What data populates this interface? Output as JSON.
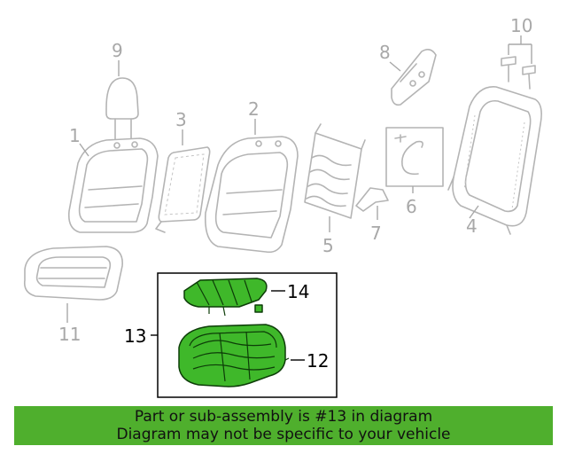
{
  "callouts": {
    "c1": "1",
    "c2": "2",
    "c3": "3",
    "c4": "4",
    "c5": "5",
    "c6": "6",
    "c7": "7",
    "c8": "8",
    "c9": "9",
    "c10": "10",
    "c11": "11",
    "c12": "12",
    "c13": "13",
    "c14": "14"
  },
  "highlight_color": "#3fb82a",
  "banner": {
    "line1": "Part or sub-assembly is #13 in diagram",
    "line2": "Diagram may not be specific to your vehicle",
    "background": "#4faf2d"
  }
}
